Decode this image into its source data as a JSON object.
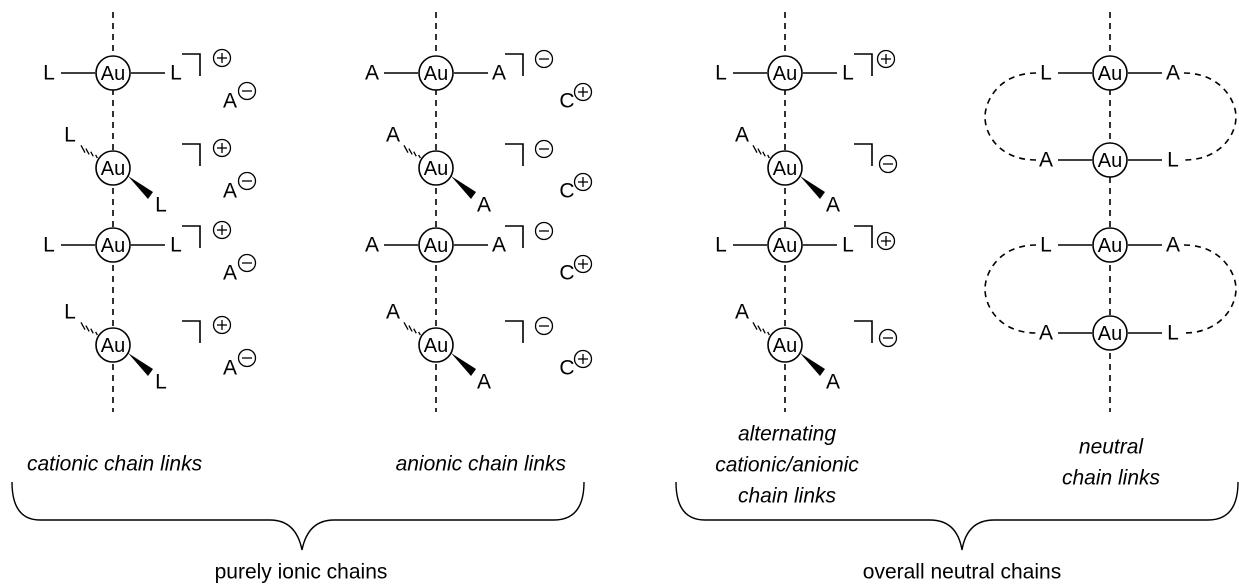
{
  "diagram": {
    "metal": "Au",
    "ligand_neutral": "L",
    "ligand_anionic": "A",
    "counter_cation": "C",
    "sign_plus": "+",
    "sign_minus": "−",
    "captions": {
      "cationic": "cationic chain links",
      "anionic": "anionic chain links",
      "alternating": [
        "alternating",
        "cationic/anionic",
        "chain links"
      ],
      "neutral": [
        "neutral",
        "chain links"
      ]
    },
    "groups": {
      "ionic": "purely ionic chains",
      "neutral": "overall neutral chains"
    }
  }
}
